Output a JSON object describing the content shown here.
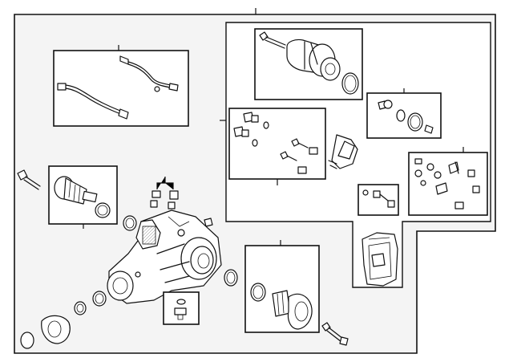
{
  "colors": {
    "outline": "#111111",
    "panel_fill": "#f4f4f4",
    "box_fill": "#ffffff"
  },
  "components": [
    "main-panel",
    "fuel-line-kit-box",
    "actuator-motor-box",
    "seal-ring-kit-box",
    "bolt-kit-box",
    "sensor-kit-box",
    "small-bolt-box",
    "left-output-shaft-box",
    "right-output-shaft-box",
    "drain-plug-box",
    "control-module",
    "differential-assembly"
  ]
}
